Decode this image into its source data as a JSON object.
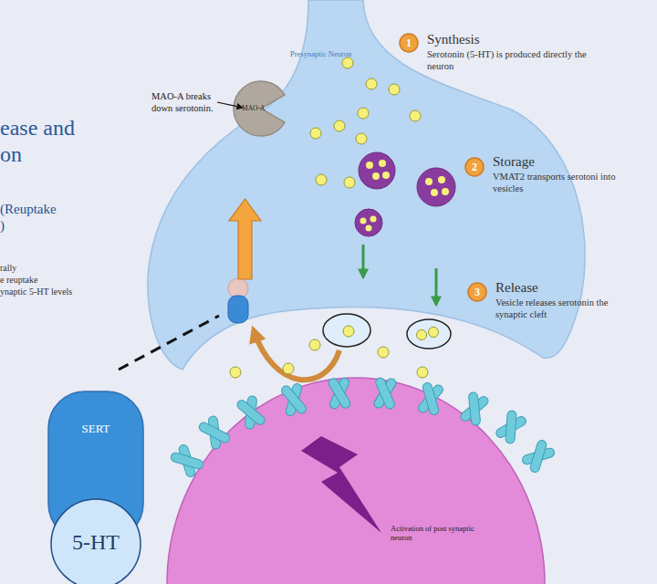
{
  "diagram": {
    "title": "ease and on",
    "nodes": [
      {
        "text": [
          "Presynaptic Neuron"
        ]
      },
      {
        "text": [
          "MAO-A"
        ],
        "in": 0
      },
      {
        "text": [
          "1"
        ]
      },
      {
        "text": [
          "2"
        ]
      },
      {
        "text": [
          "3"
        ]
      },
      {
        "text": [
          "Activation of post synaptic neuron"
        ]
      },
      {
        "text": [
          "SERT"
        ]
      },
      {
        "text": [
          "5-HT"
        ]
      }
    ],
    "labels": [
      "Synthesis",
      "Serotonin (5-HT) is produced directly the neuron",
      "(Reuptake )",
      "rally",
      "e reuptake",
      "ynaptic 5-HT levels",
      "MAO-A breaks down serotonin.",
      "Storage",
      "VMAT2 transports serotoni into vesicles",
      "Release",
      "Vesicle releases serotonin the synaptic cleft"
    ]
  }
}
